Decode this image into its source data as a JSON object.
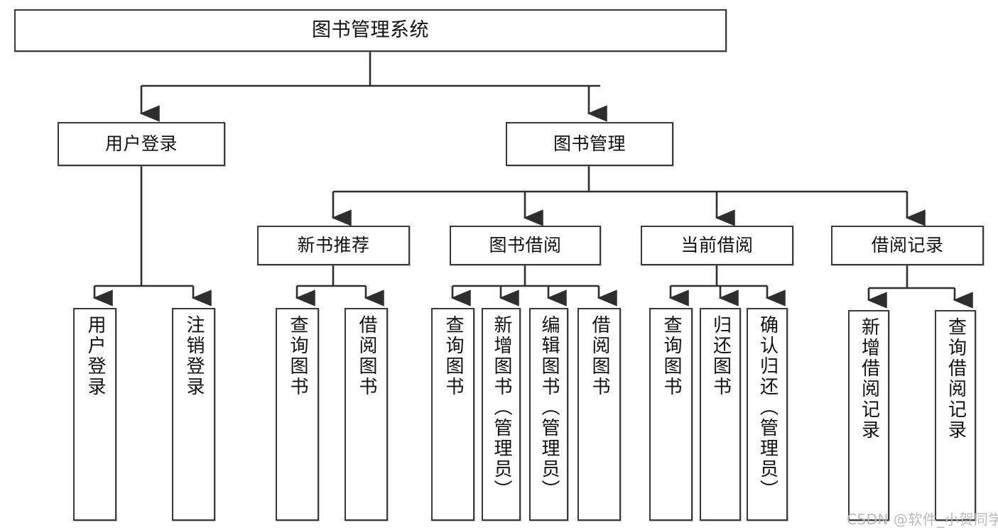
{
  "diagram": {
    "title": "图书管理系统",
    "type": "hierarchy-tree",
    "root": {
      "id": "root",
      "label": "图书管理系统",
      "orientation": "horizontal"
    },
    "level2": [
      {
        "id": "user-login",
        "label": "用户登录",
        "orientation": "horizontal"
      },
      {
        "id": "book-management",
        "label": "图书管理",
        "orientation": "horizontal"
      }
    ],
    "level3": [
      {
        "id": "new-book-recommend",
        "label": "新书推荐",
        "orientation": "horizontal",
        "parent": "book-management"
      },
      {
        "id": "book-borrow",
        "label": "图书借阅",
        "orientation": "horizontal",
        "parent": "book-management"
      },
      {
        "id": "current-borrow",
        "label": "当前借阅",
        "orientation": "horizontal",
        "parent": "book-management"
      },
      {
        "id": "borrow-record",
        "label": "借阅记录",
        "orientation": "horizontal",
        "parent": "book-management"
      }
    ],
    "leaves": [
      {
        "id": "leaf-user-login",
        "label": "用户登录",
        "parent": "user-login"
      },
      {
        "id": "leaf-logout-login",
        "label": "注销登录",
        "parent": "user-login"
      },
      {
        "id": "leaf-query-book-1",
        "label": "查询图书",
        "parent": "new-book-recommend"
      },
      {
        "id": "leaf-borrow-book-1",
        "label": "借阅图书",
        "parent": "new-book-recommend"
      },
      {
        "id": "leaf-query-book-2",
        "label": "查询图书",
        "parent": "book-borrow"
      },
      {
        "id": "leaf-add-book",
        "label": "新增图书（管理员）",
        "parent": "book-borrow"
      },
      {
        "id": "leaf-edit-book",
        "label": "编辑图书（管理员）",
        "parent": "book-borrow"
      },
      {
        "id": "leaf-borrow-book-2",
        "label": "借阅图书",
        "parent": "book-borrow"
      },
      {
        "id": "leaf-query-book-3",
        "label": "查询图书",
        "parent": "current-borrow"
      },
      {
        "id": "leaf-return-book",
        "label": "归还图书",
        "parent": "current-borrow"
      },
      {
        "id": "leaf-confirm-return",
        "label": "确认归还（管理员）",
        "parent": "current-borrow"
      },
      {
        "id": "leaf-add-record",
        "label": "新增借阅记录",
        "parent": "borrow-record"
      },
      {
        "id": "leaf-query-record",
        "label": "查询借阅记录",
        "parent": "borrow-record"
      }
    ],
    "watermark": "CSDN @软件_小贺同学",
    "colors": {
      "border": "#3a3a3a",
      "background": "#ffffff",
      "text": "#111111",
      "connector": "#2e2e2e",
      "watermark": "#b9b9b9"
    }
  }
}
